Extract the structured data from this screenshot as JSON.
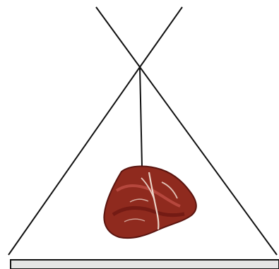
{
  "diagram": {
    "description_elements": [
      "tripod-legs",
      "hanging-string",
      "meat",
      "base-platform"
    ],
    "colors": {
      "lines": "#111111",
      "platform_fill": "#e5e5e5",
      "platform_border": "#111111",
      "meat_dark": "#6b1712",
      "meat_mid": "#9b2f22",
      "meat_light": "#c6544a",
      "fat_streak": "#f0dcd0"
    }
  }
}
